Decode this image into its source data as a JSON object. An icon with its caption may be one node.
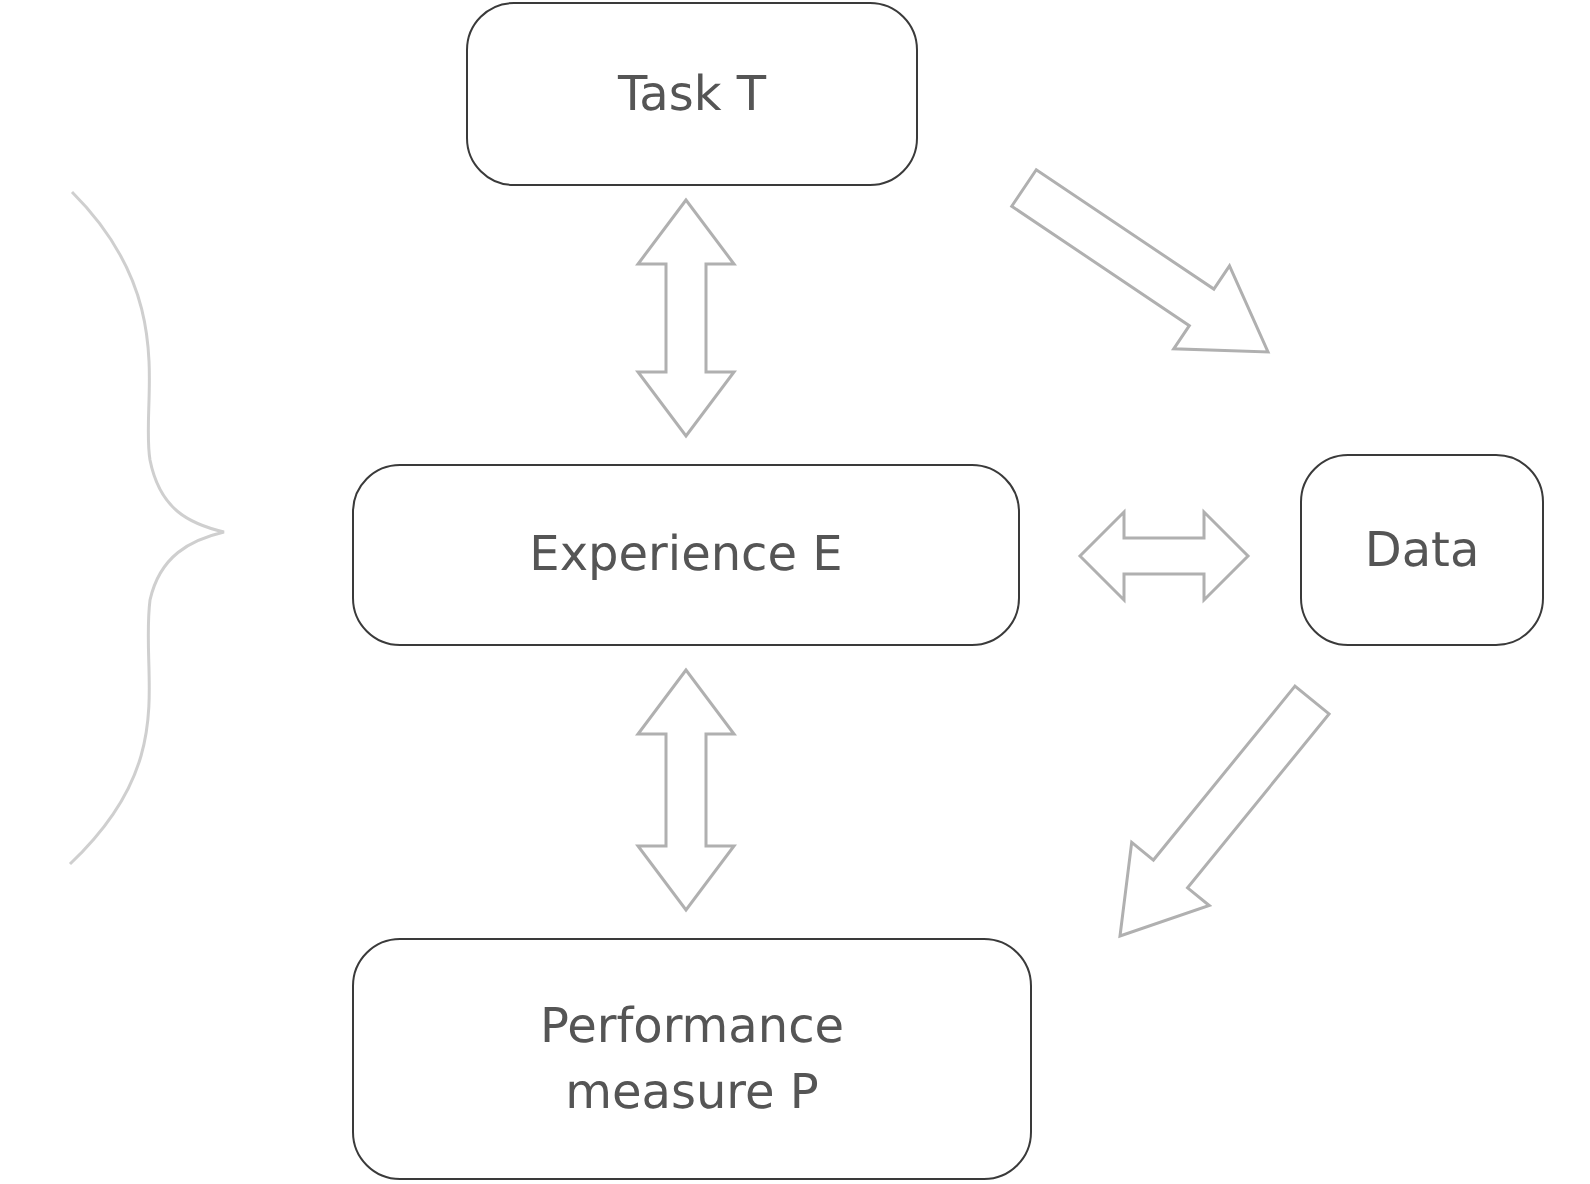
{
  "diagram": {
    "nodes": [
      {
        "text": [
          "Task T"
        ]
      },
      {
        "text": [
          "Experience E"
        ]
      },
      {
        "text": [
          "Data"
        ]
      },
      {
        "text": [
          "Performance measure P"
        ]
      }
    ],
    "edges": [
      {
        "from": 0,
        "to": 1,
        "arrow": "both"
      },
      {
        "from": 1,
        "to": 2,
        "arrow": "both"
      },
      {
        "from": 1,
        "to": 3,
        "arrow": "both"
      },
      {
        "from": 0,
        "to": 2,
        "arrow": "to"
      },
      {
        "from": 2,
        "to": 3,
        "arrow": "to"
      }
    ]
  }
}
